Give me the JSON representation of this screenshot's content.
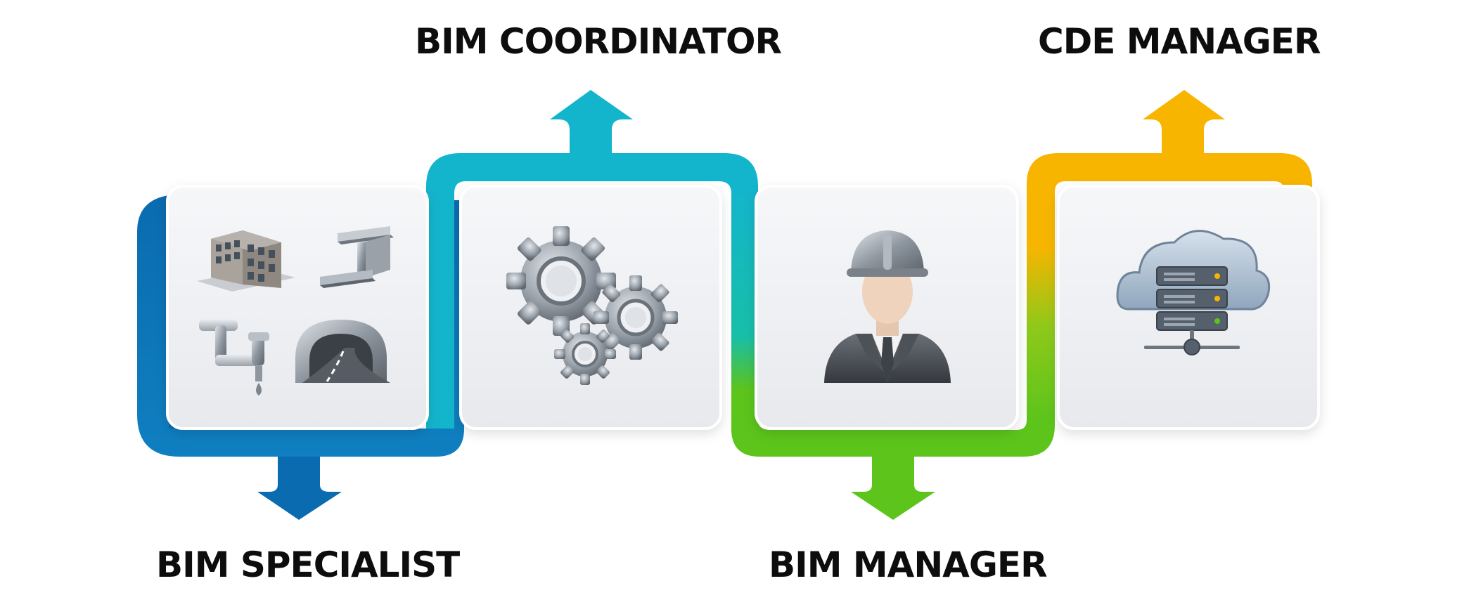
{
  "roles": [
    {
      "key": "specialist",
      "label": "BIM SPECIALIST",
      "color": "#0a6bb0",
      "arrow_direction": "down",
      "icons": [
        "building-icon",
        "steel-beam-icon",
        "pipe-icon",
        "tunnel-icon"
      ]
    },
    {
      "key": "coordinator",
      "label": "BIM COORDINATOR",
      "color": "#13b5cc",
      "arrow_direction": "up",
      "icons": [
        "gears-icon"
      ]
    },
    {
      "key": "manager",
      "label": "BIM MANAGER",
      "color": "#5cc41b",
      "arrow_direction": "down",
      "icons": [
        "engineer-avatar-icon"
      ]
    },
    {
      "key": "cde",
      "label": "CDE MANAGER",
      "color": "#f7b500",
      "arrow_direction": "up",
      "icons": [
        "cloud-server-icon"
      ]
    }
  ],
  "colors": {
    "blue": "#0a6bb0",
    "cyan": "#13b5cc",
    "green": "#5cc41b",
    "yellow": "#f7b500",
    "card_fill": "#eef0f3",
    "card_edge": "#ffffff",
    "text": "#0d0d0d"
  }
}
